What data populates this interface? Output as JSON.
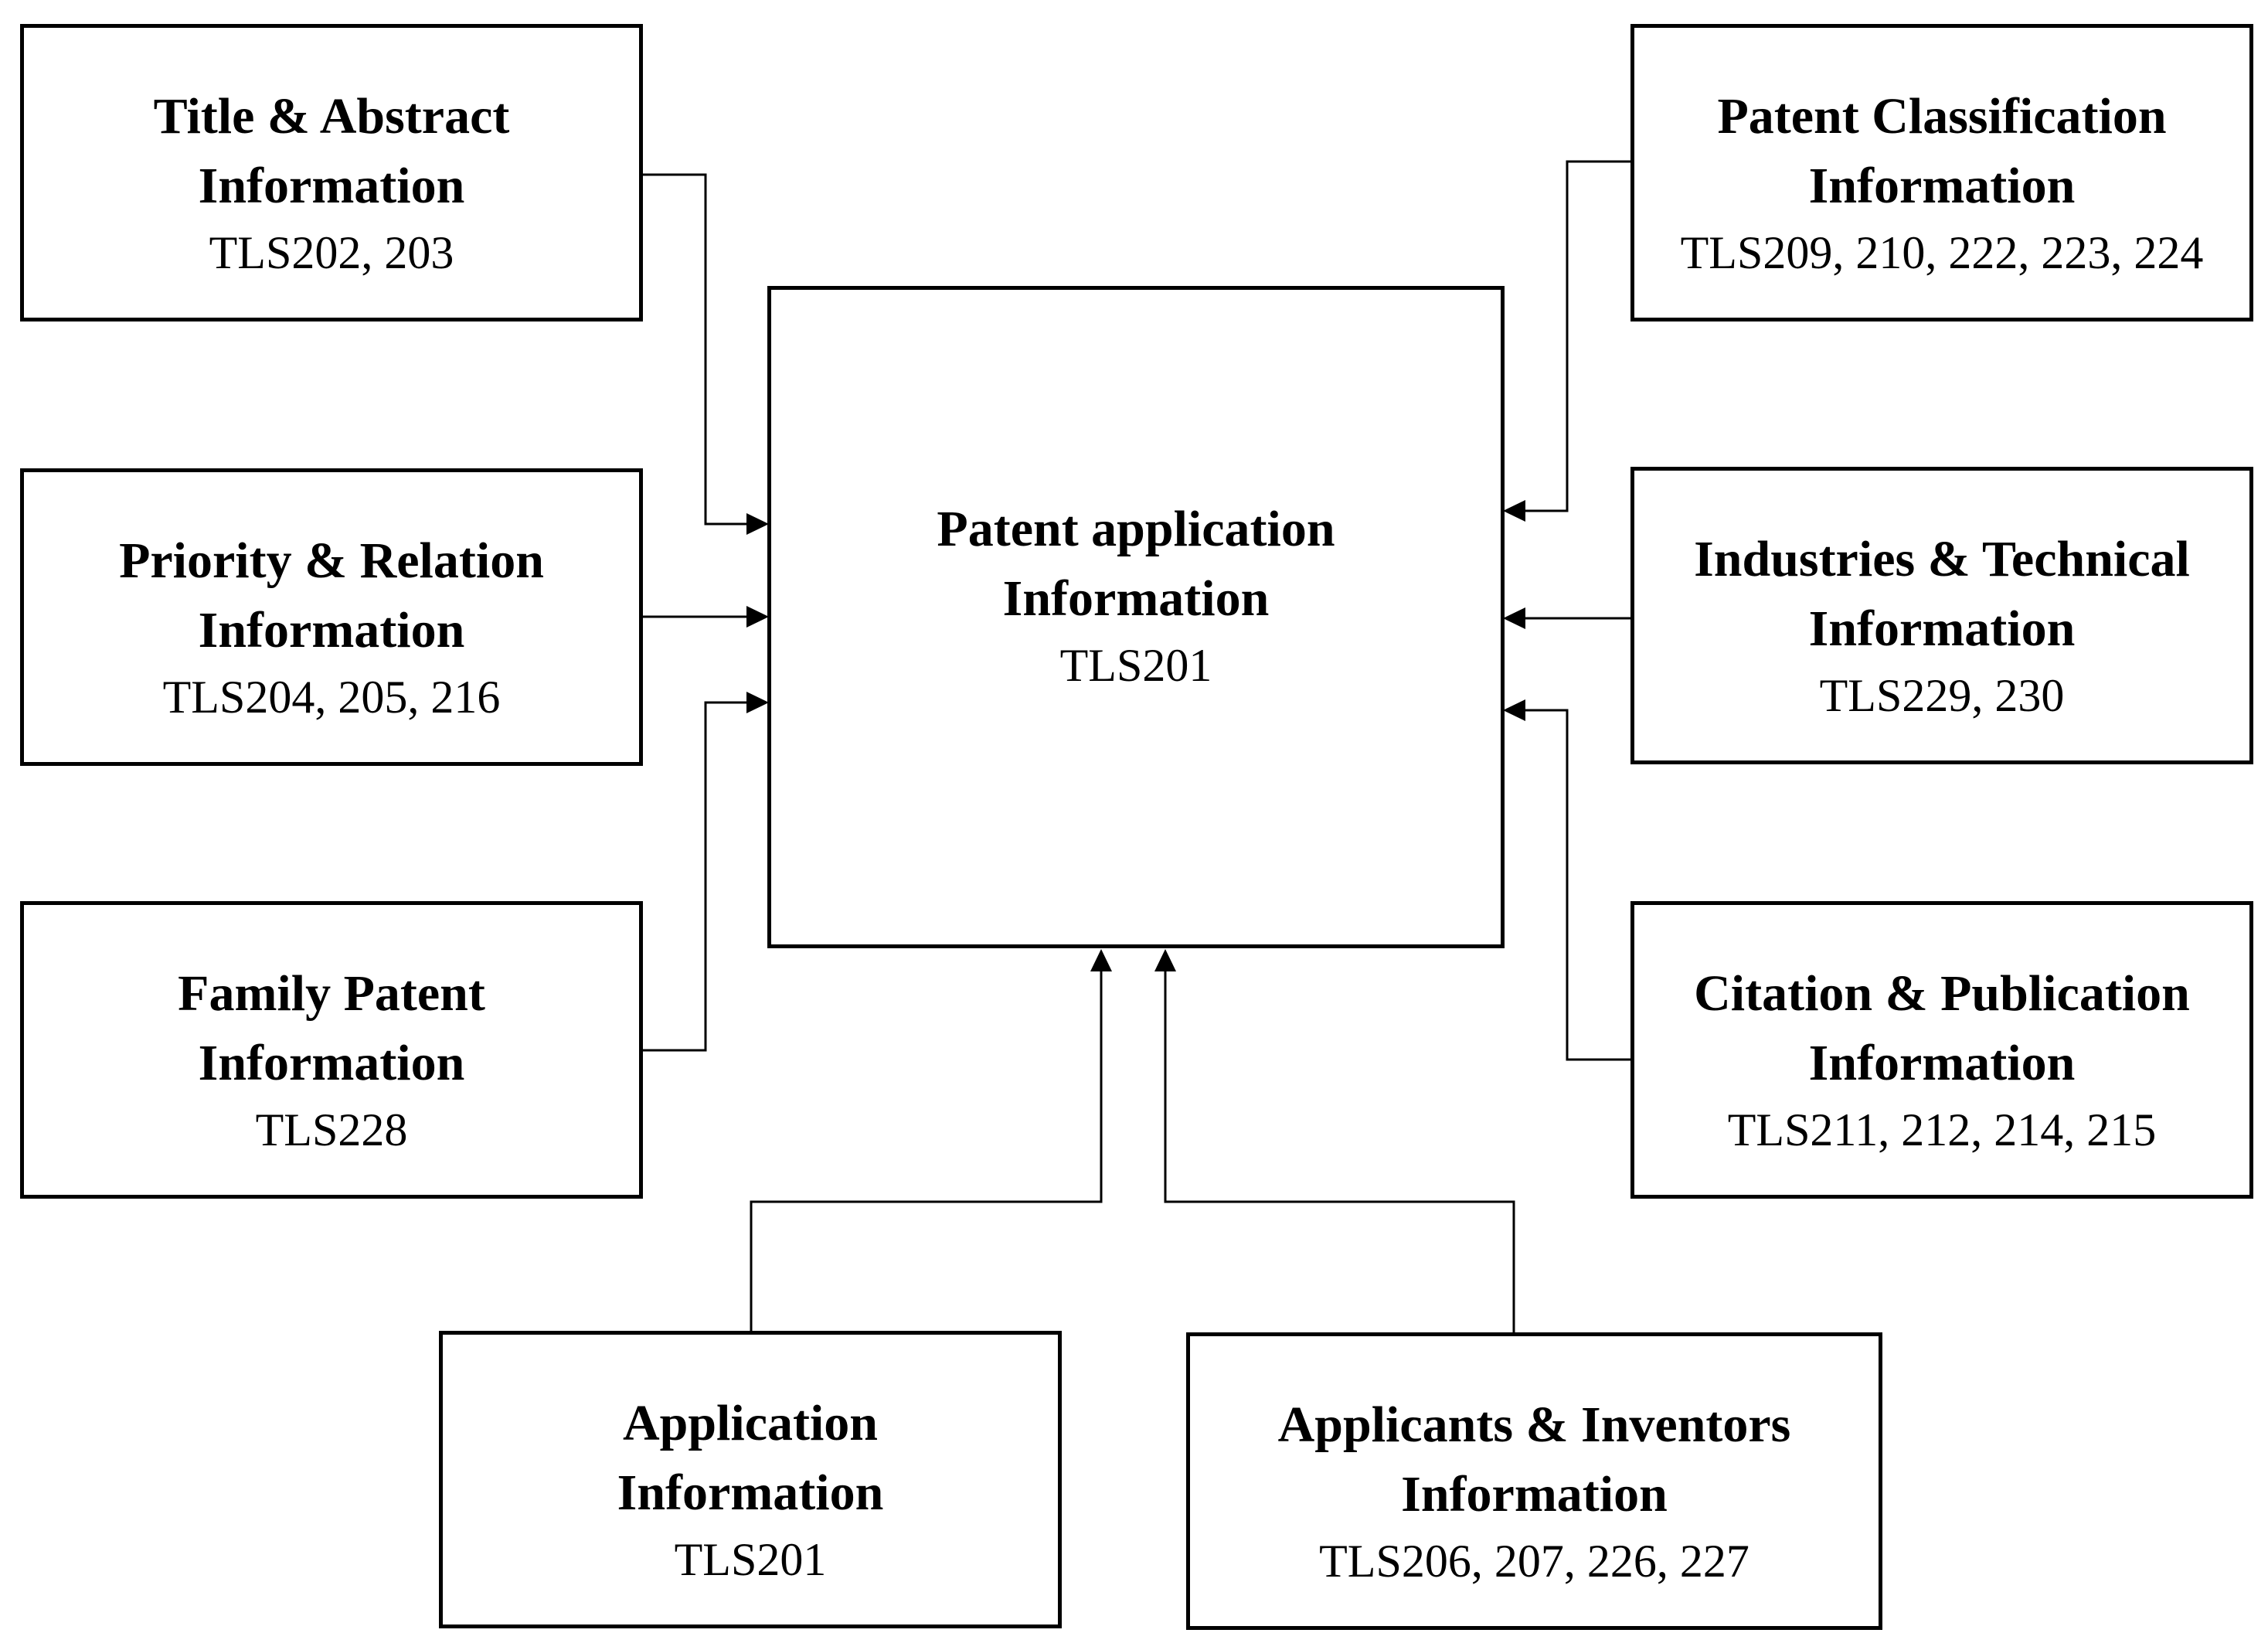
{
  "diagram": {
    "central": {
      "title_line1": "Patent application",
      "title_line2": "Information",
      "codes": "TLS201"
    },
    "left": [
      {
        "title_line1": "Title & Abstract",
        "title_line2": "Information",
        "codes": "TLS202, 203"
      },
      {
        "title_line1": "Priority & Relation",
        "title_line2": "Information",
        "codes": "TLS204, 205, 216"
      },
      {
        "title_line1": "Family Patent",
        "title_line2": "Information",
        "codes": "TLS228"
      }
    ],
    "right": [
      {
        "title_line1": "Patent Classification",
        "title_line2": "Information",
        "codes": "TLS209, 210, 222, 223, 224"
      },
      {
        "title_line1": "Industries & Technical",
        "title_line2": "Information",
        "codes": "TLS229, 230"
      },
      {
        "title_line1": "Citation & Publication",
        "title_line2": "Information",
        "codes": "TLS211, 212, 214, 215"
      }
    ],
    "bottom": [
      {
        "title_line1": "Application",
        "title_line2": "Information",
        "codes": "TLS201"
      },
      {
        "title_line1": "Applicants & Inventors",
        "title_line2": "Information",
        "codes": "TLS206, 207, 226, 227"
      }
    ]
  }
}
